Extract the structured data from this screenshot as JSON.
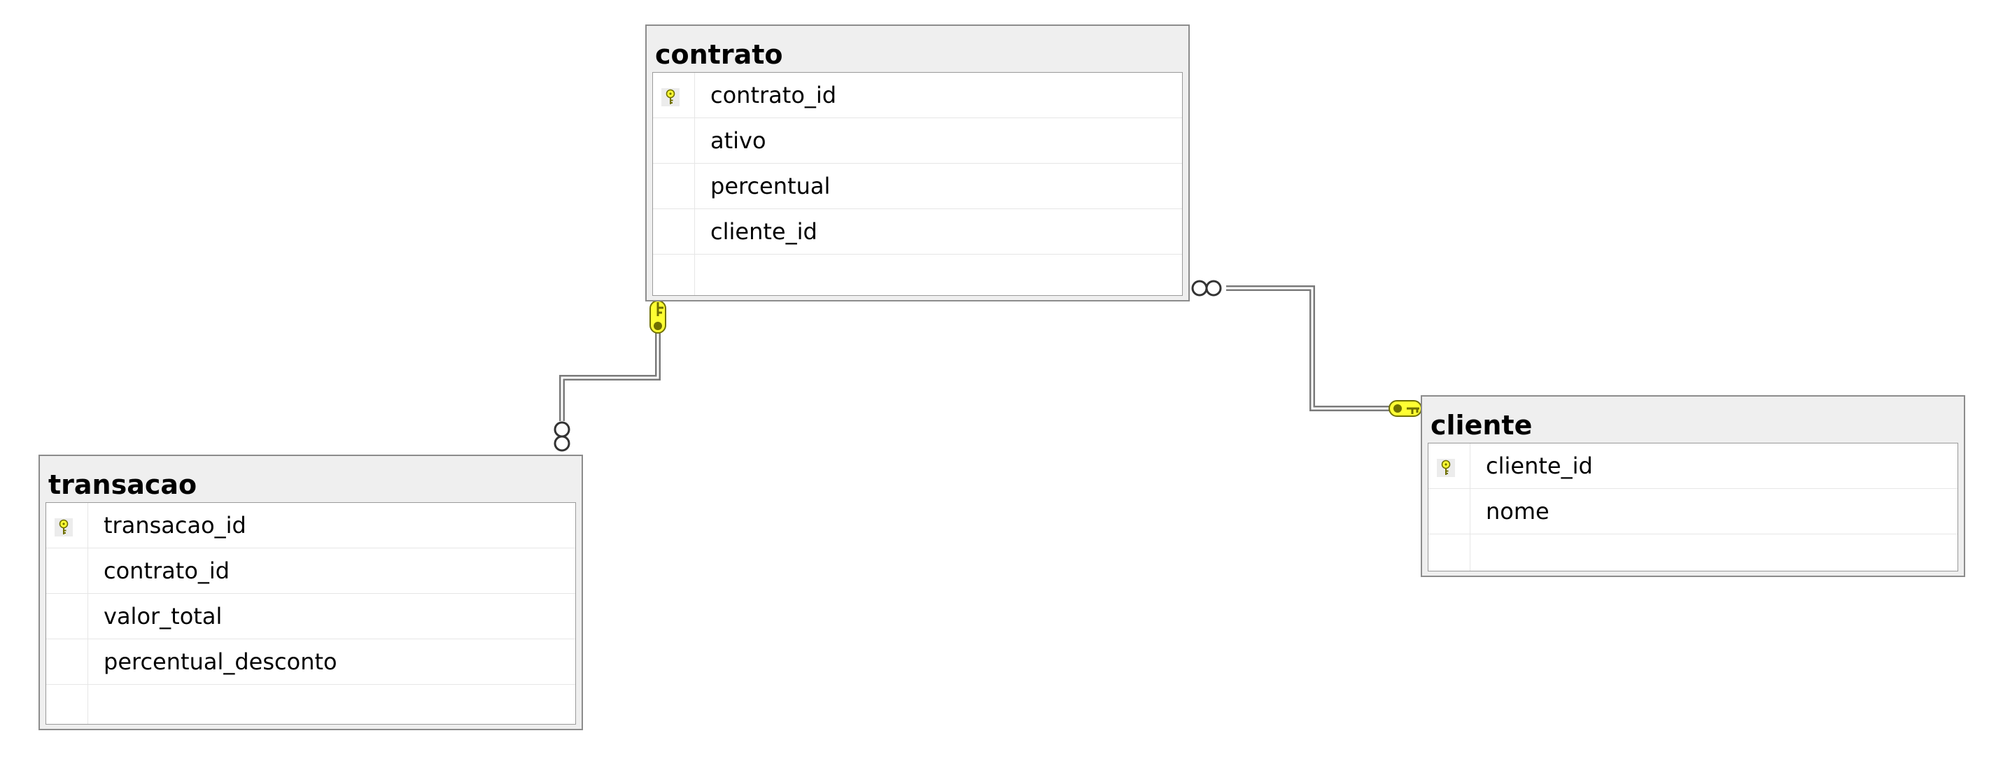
{
  "diagram": {
    "tables": {
      "contrato": {
        "title": "contrato",
        "columns": [
          {
            "name": "contrato_id",
            "primary_key": true
          },
          {
            "name": "ativo",
            "primary_key": false
          },
          {
            "name": "percentual",
            "primary_key": false
          },
          {
            "name": "cliente_id",
            "primary_key": false
          }
        ]
      },
      "cliente": {
        "title": "cliente",
        "columns": [
          {
            "name": "cliente_id",
            "primary_key": true
          },
          {
            "name": "nome",
            "primary_key": false
          }
        ]
      },
      "transacao": {
        "title": "transacao",
        "columns": [
          {
            "name": "transacao_id",
            "primary_key": true
          },
          {
            "name": "contrato_id",
            "primary_key": false
          },
          {
            "name": "valor_total",
            "primary_key": false
          },
          {
            "name": "percentual_desconto",
            "primary_key": false
          }
        ]
      }
    },
    "relationships": [
      {
        "one_side": "contrato",
        "many_side": "transacao"
      },
      {
        "one_side": "cliente",
        "many_side": "contrato"
      }
    ],
    "colors": {
      "key_fill": "#ffff33",
      "key_stroke": "#707000",
      "line": "#7a7a7a",
      "header_bg": "#efefef",
      "border": "#8c8c8c"
    }
  }
}
